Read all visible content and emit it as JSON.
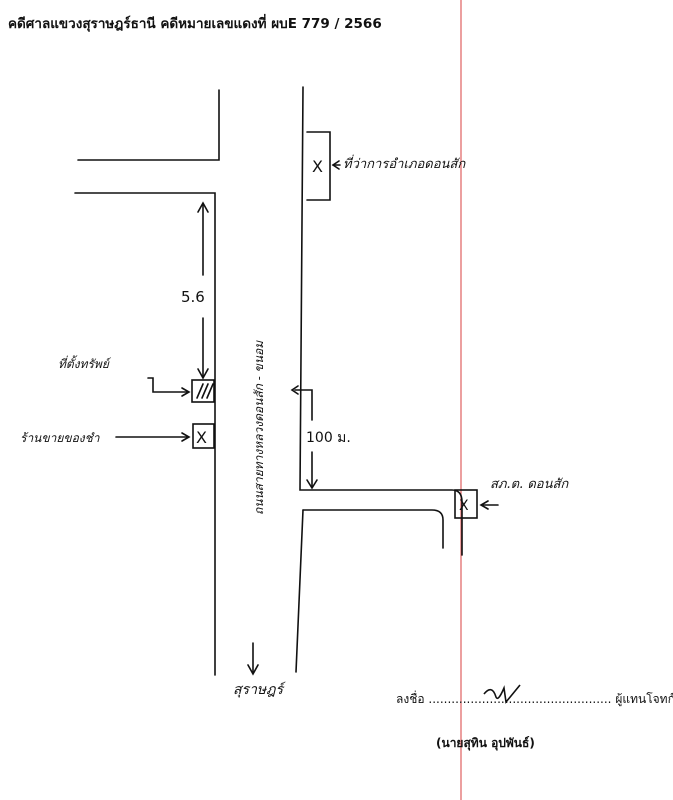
{
  "header": {
    "court_text": "คดีศาลแขวงสุราษฎร์ธานี คดีหมายเลขแดงที่ ผบE",
    "case_number": "779 / 2566"
  },
  "map": {
    "label_district_office": "ที่ว่าการอำเภอดอนสัก",
    "label_house": "ที่ตั้งทรัพย์",
    "label_shop": "ร้านขายของชำ",
    "label_road_name": "ถนนสายทางหลวงดอนสัก - ขนอม",
    "label_distance_left": "5.6",
    "label_distance_right": "100 ม.",
    "label_police": "สภ.ต. ดอนสัก",
    "label_destination": "สุราษฎร์",
    "mark_x": "X",
    "mark_hatch": "///"
  },
  "signature": {
    "sign_label": "ลงชื่อ",
    "sign_dots": "................................................",
    "role": "ผู้แทนโจทก์",
    "name": "(นายสุทิน อุปพันธ์)"
  },
  "colors": {
    "ink": "#111111",
    "margin_line": "#e06060"
  }
}
